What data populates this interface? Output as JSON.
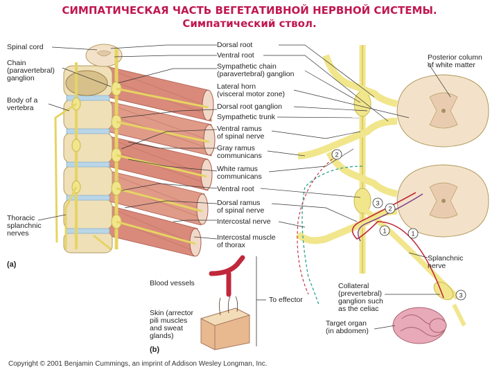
{
  "title": {
    "line1": "СИМПАТИЧЕСКАЯ ЧАСТЬ ВЕГЕТАТИВНОЙ НЕРВНОЙ СИСТЕМЫ.",
    "line2": "Симпатический ствол."
  },
  "colors": {
    "title": "#c0174f",
    "nerve": "#f1e68c",
    "nerve_stroke": "#c9b64a",
    "muscle": "#d98a7a",
    "bone": "#efe0b8",
    "spinal_cord": "#f3e2c9",
    "pathway_red": "#c0283c",
    "pathway_purple": "#7a3a8c",
    "dashed_teal": "#2aa38e",
    "vessel": "#c0283c",
    "skin": "#e8b98f"
  },
  "panel_a": {
    "panel_label": "(a)",
    "left_labels": [
      "Spinal cord",
      "Chain",
      "(paravertebral)",
      "ganglion",
      "Body of a",
      "vertebra",
      "Thoracic",
      "splanchnic",
      "nerves"
    ],
    "middle_labels": [
      "Dorsal root",
      "Ventral root",
      "Sympathetic chain",
      "(paravertebral) ganglion",
      "Lateral horn",
      "(visceral motor zone)",
      "Dorsal root ganglion",
      "Sympathetic trunk",
      "Ventral ramus",
      "of spinal nerve",
      "Gray ramus",
      "communicans",
      "White ramus",
      "communicans",
      "Ventral root",
      "Dorsal ramus",
      "of spinal nerve",
      "Intercostal nerve",
      "Intercostal muscle",
      "of thorax"
    ],
    "right_labels": [
      "Posterior column",
      "of white matter",
      "Splanchnic",
      "nerve",
      "Collateral",
      "(prevertebral)",
      "ganglion such",
      "as the celiac",
      "Target organ",
      "(in abdomen)"
    ],
    "pathway_numbers": [
      "1",
      "1",
      "2",
      "2",
      "3",
      "3"
    ]
  },
  "panel_b": {
    "panel_label": "(b)",
    "labels": [
      "Blood vessels",
      "Skin (arrector",
      "pili muscles",
      "and sweat",
      "glands)",
      "To effector"
    ]
  },
  "copyright": "Copyright © 2001 Benjamin Cummings, an imprint of Addison Wesley Longman, Inc."
}
